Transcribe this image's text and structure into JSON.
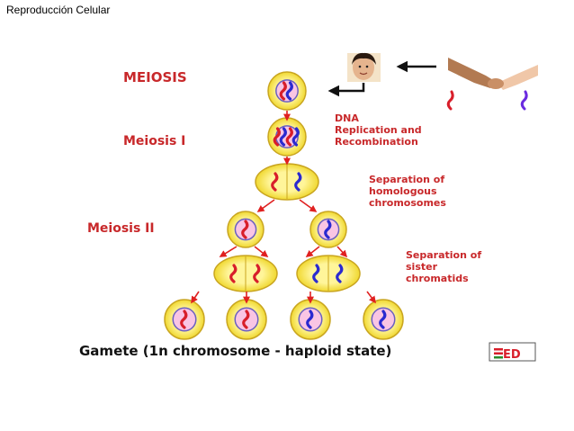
{
  "slide": {
    "title": "Reproducción Celular"
  },
  "diagram": {
    "labels": {
      "meiosis": "MEIOSIS",
      "meiosis_1": "Meiosis I",
      "meiosis_2": "Meiosis II",
      "dna_line1": "DNA",
      "dna_line2": "Replication and",
      "dna_line3": "Recombination",
      "sep_homologous_line1": "Separation of",
      "sep_homologous_line2": "homologous",
      "sep_homologous_line3": "chromosomes",
      "sep_sister_line1": "Separation of",
      "sep_sister_line2": "sister",
      "sep_sister_line3": "chromatids",
      "gamete": "Gamete (1n chromosome - haploid state)",
      "logo": "ED"
    },
    "colors": {
      "cell_outer": "#f5e63c",
      "cell_ring": "#c9a520",
      "nucleus": "#f9c5e4",
      "nucleus_border": "#6a5fbf",
      "chromosome_red": "#d81e2a",
      "chromosome_blue": "#2a2ad0",
      "arrow": "#e02020",
      "label_red": "#c8282a",
      "label_black": "#111111"
    }
  }
}
